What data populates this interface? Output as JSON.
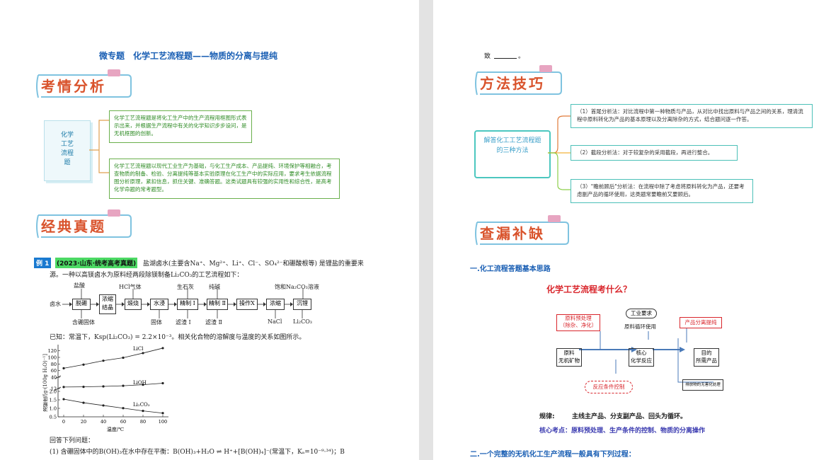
{
  "left": {
    "title": "微专题　化学工艺流程题——物质的分离与提纯",
    "banner1": "考情分析",
    "banner2": "经典真题",
    "mind_center": "化学\n工艺\n流程\n题",
    "mind_text1": "化学工艺流程题是将化工生产中的生产流程用框图形式表示出来，并根据生产流程中有关的化学知识步步设问，是无机框图的创新。",
    "mind_text2": "化学工艺流程题以现代工业生产为基础，与化工生产成本、产品提纯、环境保护等相融合，考查物质的制备、检验、分离提纯等基本实验原理在化工生产中的实际应用，要求考生依据流程图分析原理，紧扣信息，抓住关键、准确答题。这类试题具有较强的实用性和综合性，是高考化学命题的常考题型。",
    "example_tag": "例 1",
    "example_source": "(2023·山东·统考高考真题)",
    "example_line1": "盐湖卤水(主要含Na⁺、Mg²⁺、Li⁺、Cl⁻、SO₄²⁻和硼酸根等) 是锂盐的重要来",
    "example_line2": "源。一种以高镁卤水为原料经两段除镁制备Li₂CO₃的工艺流程如下：",
    "flow": {
      "start": "卤水",
      "boxes": [
        "脱硼",
        "浓缩\n结晶",
        "煅烧",
        "水浸",
        "精制 Ⅰ",
        "精制 Ⅱ",
        "操作X",
        "浓缩",
        "沉锂"
      ],
      "above": [
        "盐酸",
        "HCl气体",
        "生石灰",
        "纯碱",
        "饱和Na₂CO₃溶液"
      ],
      "below": [
        "含硼固体",
        "固体",
        "滤渣 Ⅰ",
        "滤渣 Ⅱ",
        "NaCl",
        "Li₂CO₃"
      ]
    },
    "known": "已知：常温下，Ksp(Li₂CO₃) = 2.2×10⁻³。相关化合物的溶解度与温度的关系如图所示。",
    "chart_data": {
      "type": "line",
      "xlabel": "温度/℃",
      "ylabel": "溶解度/[g·(100g H₂O)⁻¹]",
      "x_ticks": [
        "0",
        "20",
        "40",
        "60",
        "80",
        "100"
      ],
      "y_ticks_upper": [
        "120",
        "100",
        "80",
        "60",
        "40"
      ],
      "y_ticks_lower": [
        "12",
        "2.0",
        "1.5",
        "1.0",
        "0.5"
      ],
      "series": [
        {
          "name": "LiCl",
          "x": [
            0,
            20,
            40,
            60,
            80,
            100
          ],
          "y": [
            67,
            78,
            90,
            99,
            113,
            128
          ]
        },
        {
          "name": "LiOH",
          "x": [
            0,
            20,
            40,
            60,
            80,
            100
          ],
          "y": [
            12.7,
            12.8,
            13.0,
            13.3,
            13.8,
            14.5
          ]
        },
        {
          "name": "Li₂CO₃",
          "x": [
            0,
            20,
            40,
            60,
            80,
            100
          ],
          "y": [
            1.54,
            1.33,
            1.17,
            1.01,
            0.85,
            0.72
          ]
        }
      ]
    },
    "answer_heading": "回答下列问题：",
    "q1": "(1) 含硼固体中的B(OH)₃在水中存在平衡：B(OH)₃+H₂O ⇌ H⁺+[B(OH)₄]⁻(常温下，Kₐ=10⁻⁹·³⁴)；B"
  },
  "right": {
    "top_line": "致",
    "top_end": "。",
    "banner3": "方法技巧",
    "banner4": "查漏补缺",
    "mind_center": "解答化工工艺流程题的三种方法",
    "m1": "（1）首尾分析法：对比流程中第一种物质与产品，从对比中找出原料与产品之间的关系，理清流程中原料转化为产品的基本原理以及分离除杂的方式，结合题问逐一作答。",
    "m2": "（2）截段分析法：对于较复杂的采用截段，再进行整合。",
    "m3": "（3）\"瞻前顾后\"分析法：在流程中除了考虑将原料转化为产品，还要考虑副产品的循环使用，这类题常要瞻前又要顾后。",
    "section1": "一.化工流程答题基本思路",
    "diagram": {
      "title": "化学工艺流程考什么？",
      "pre": "原料预处理\n（除杂、净化）",
      "industry": "工业要求",
      "recycle": "原料循环使用",
      "product_sep": "产品分离提纯",
      "raw": "原料\n无机矿物",
      "core": "核心\n化学反应",
      "target": "目的\n所需产品",
      "control": "反应条件控制",
      "waste": "排放物的无害化处理"
    },
    "rule_label": "规律:",
    "rule_text": "主线主产品、分支副产品、回头为循环。",
    "core_point": "核心考点：原料预处理、生产条件的控制、物质的分离操作",
    "section2": "二.一个完整的无机化工生产流程一般具有下列过程："
  }
}
